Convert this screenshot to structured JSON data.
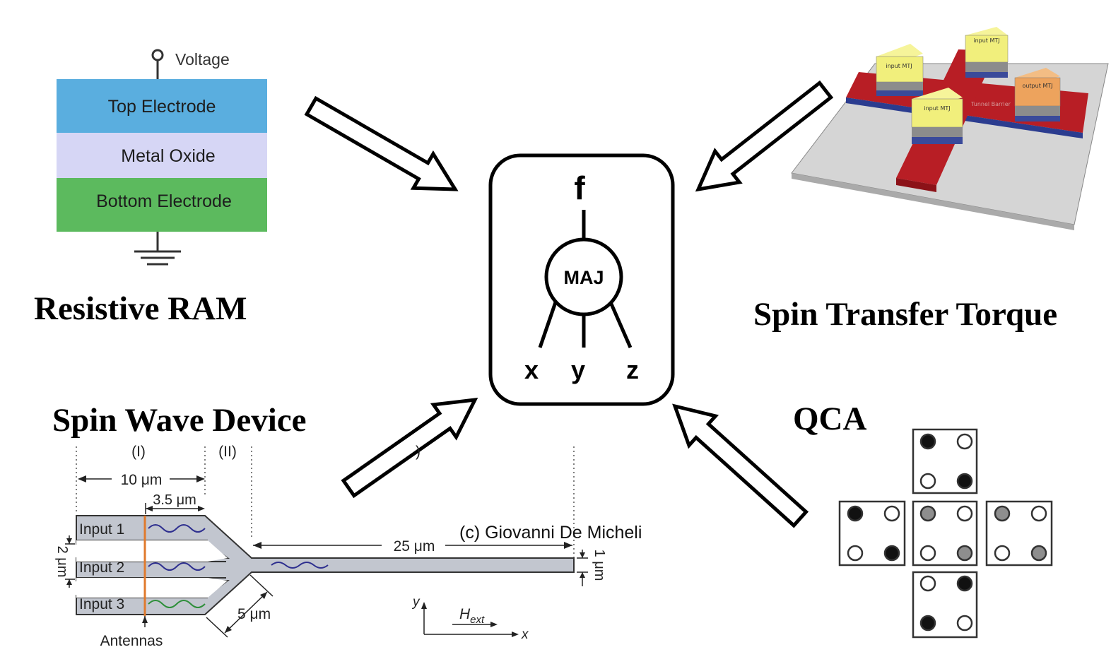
{
  "titles": {
    "rram": "Resistive RAM",
    "stt": "Spin Transfer Torque",
    "spin_wave": "Spin Wave Device",
    "qca": "QCA"
  },
  "rram": {
    "voltage": "Voltage",
    "top_electrode": "Top Electrode",
    "metal_oxide": "Metal Oxide",
    "bottom_electrode": "Bottom Electrode"
  },
  "maj": {
    "output": "f",
    "gate": "MAJ",
    "in_x": "x",
    "in_y": "y",
    "in_z": "z"
  },
  "stt": {
    "input_mtj_1": "input MTJ",
    "input_mtj_2": "input MTJ",
    "input_mtj_3": "input MTJ",
    "output_mtj": "output MTJ",
    "tunnel_barrier": "Tunnel Barrier"
  },
  "spin_wave": {
    "region_1": "(I)",
    "region_2": "(II)",
    "dim_10": "10 μm",
    "dim_3_5": "3.5 μm",
    "dim_2": "2 μm",
    "dim_25": "25 μm",
    "dim_5": "5 μm",
    "dim_1": "1 μm",
    "input_1": "Input 1",
    "input_2": "Input 2",
    "input_3": "Input 3",
    "antennas": "Antennas",
    "axis_y": "y",
    "axis_x": "x",
    "field": "H",
    "field_sub": "ext",
    "stray": ")"
  },
  "copyright": "(c) Giovanni De Micheli",
  "colors": {
    "top_electrode": "#5aaedf",
    "metal_oxide": "#d6d6f5",
    "bottom_electrode": "#5cba5e",
    "waveguide": "#c2c6cf",
    "antenna": "#e07a2c",
    "stt_red": "#b81e25",
    "mtj_yellow": "#f1ef7c",
    "mtj_orange": "#eda35d"
  }
}
